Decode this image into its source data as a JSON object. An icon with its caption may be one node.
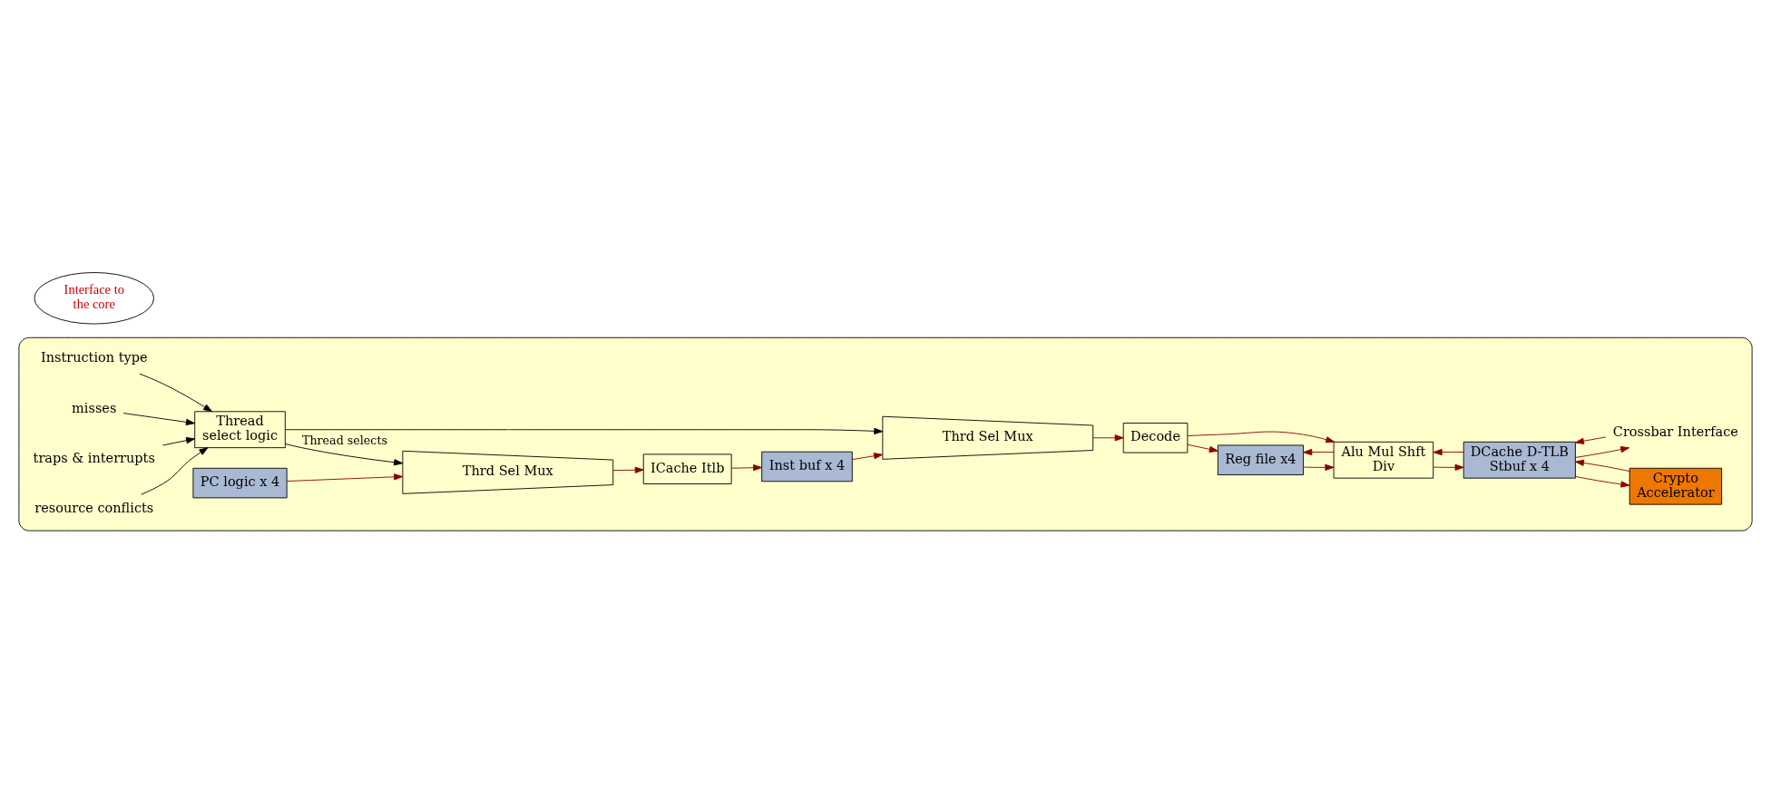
{
  "diagram": {
    "nodes": [
      {
        "text": [],
        "shape": "box"
      },
      {
        "text": [
          "ICache Itlb"
        ],
        "in": 0
      },
      {
        "text": [
          "Inst buf x 4"
        ],
        "in": 0
      },
      {
        "text": [
          "Thrd Sel Mux"
        ],
        "in": 0
      },
      {
        "text": [
          "Reg file x4"
        ],
        "in": 0
      },
      {
        "text": [
          "Decode"
        ],
        "in": 0
      },
      {
        "text": [
          "Alu Mul Shft Div"
        ],
        "in": 0
      },
      {
        "text": [
          "Crypto Accelerator"
        ],
        "in": 0
      },
      {
        "text": [
          "DCache D-TLB Stbuf x 4"
        ],
        "in": 0
      },
      {
        "text": [
          "Crossbar Interface"
        ],
        "in": 0
      },
      {
        "text": [
          "Thread select logic"
        ],
        "in": 0
      },
      {
        "text": [
          "Instruction type"
        ],
        "in": 0
      },
      {
        "text": [
          "misses"
        ],
        "in": 0
      },
      {
        "text": [
          "traps & interrupts"
        ],
        "in": 0
      },
      {
        "text": [
          "resource conflicts"
        ],
        "in": 0
      },
      {
        "text": [
          "Thrd Sel Mux"
        ],
        "in": 0
      },
      {
        "text": [
          "PC logic x 4"
        ],
        "in": 0
      },
      {
        "text": [
          "Interface to the core"
        ]
      }
    ],
    "edges": [
      {
        "from": 1,
        "to": 2,
        "arrow": "to"
      },
      {
        "from": 2,
        "to": 3,
        "arrow": "to"
      },
      {
        "from": 3,
        "to": 5,
        "arrow": "to"
      },
      {
        "from": 5,
        "to": 4,
        "arrow": "to"
      },
      {
        "from": 4,
        "to": 6,
        "arrow": "to"
      },
      {
        "from": 6,
        "to": 4,
        "arrow": "to"
      },
      {
        "from": 5,
        "to": 6,
        "arrow": "to"
      },
      {
        "from": 6,
        "to": 8,
        "arrow": "to"
      },
      {
        "from": 8,
        "to": 6,
        "arrow": "to"
      },
      {
        "from": 8,
        "to": 7,
        "arrow": "to"
      },
      {
        "from": 7,
        "to": 8,
        "arrow": "to"
      },
      {
        "from": 8,
        "to": 9,
        "arrow": "to"
      },
      {
        "from": 9,
        "to": 8,
        "arrow": "to"
      },
      {
        "from": 10,
        "to": 3,
        "arrow": "to",
        "color": "#000000"
      },
      {
        "from": 10,
        "to": 15,
        "arrow": "to",
        "label": "Thread selects",
        "color": "#000000"
      },
      {
        "from": 11,
        "to": 10,
        "arrow": "to",
        "color": "#000000"
      },
      {
        "from": 12,
        "to": 10,
        "arrow": "to",
        "color": "#000000"
      },
      {
        "from": 13,
        "to": 10,
        "arrow": "to",
        "color": "#000000"
      },
      {
        "from": 14,
        "to": 10,
        "arrow": "to",
        "color": "#000000"
      },
      {
        "from": 16,
        "to": 15,
        "arrow": "to"
      },
      {
        "from": 15,
        "to": 1,
        "arrow": "to"
      }
    ]
  }
}
